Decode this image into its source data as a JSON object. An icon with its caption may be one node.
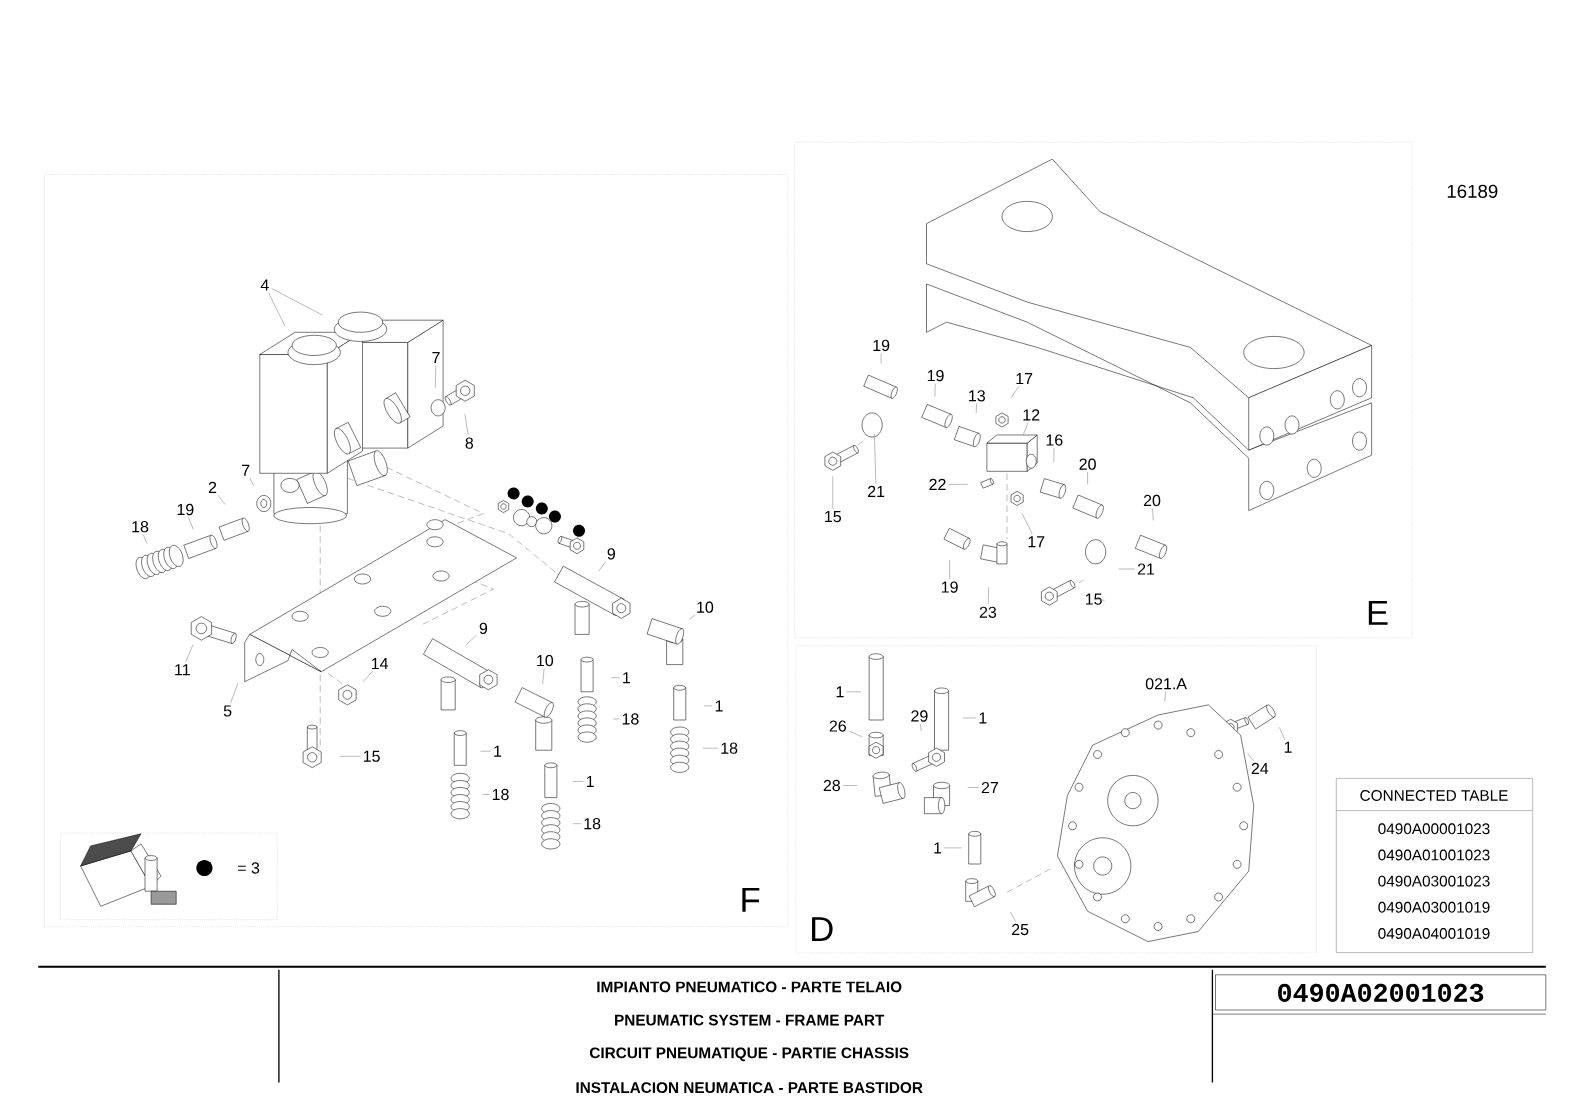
{
  "diagram": {
    "title": "IMPIANTO PNEUMATICO - PARTE TELAIO",
    "nodes": [
      {
        "text": [
          "F"
        ]
      },
      {
        "text": [
          "4"
        ],
        "in": 0
      },
      {
        "text": [
          "7"
        ],
        "in": 0
      },
      {
        "text": [
          "8"
        ],
        "in": 0
      },
      {
        "text": [
          "2"
        ],
        "in": 0
      },
      {
        "text": [
          "7"
        ],
        "in": 0
      },
      {
        "text": [
          "19"
        ],
        "in": 0
      },
      {
        "text": [
          "18"
        ],
        "in": 0
      },
      {
        "text": [
          "9"
        ],
        "in": 0
      },
      {
        "text": [
          "10"
        ],
        "in": 0
      },
      {
        "text": [
          "9"
        ],
        "in": 0
      },
      {
        "text": [
          "11"
        ],
        "in": 0
      },
      {
        "text": [
          "14"
        ],
        "in": 0
      },
      {
        "text": [
          "5"
        ],
        "in": 0
      },
      {
        "text": [
          "10"
        ],
        "in": 0
      },
      {
        "text": [
          "1"
        ],
        "in": 0
      },
      {
        "text": [
          "1"
        ],
        "in": 0
      },
      {
        "text": [
          "18"
        ],
        "in": 0
      },
      {
        "text": [
          "18"
        ],
        "in": 0
      },
      {
        "text": [
          "1"
        ],
        "in": 0
      },
      {
        "text": [
          "15"
        ],
        "in": 0
      },
      {
        "text": [
          "1"
        ],
        "in": 0
      },
      {
        "text": [
          "18"
        ],
        "in": 0
      },
      {
        "text": [
          "18"
        ],
        "in": 0
      },
      {
        "text": [
          "= 3"
        ],
        "in": 0
      },
      {
        "text": [
          "E"
        ]
      },
      {
        "text": [
          "19"
        ],
        "in": 25
      },
      {
        "text": [
          "19"
        ],
        "in": 25
      },
      {
        "text": [
          "13"
        ],
        "in": 25
      },
      {
        "text": [
          "17"
        ],
        "in": 25
      },
      {
        "text": [
          "12"
        ],
        "in": 25
      },
      {
        "text": [
          "16"
        ],
        "in": 25
      },
      {
        "text": [
          "20"
        ],
        "in": 25
      },
      {
        "text": [
          "20"
        ],
        "in": 25
      },
      {
        "text": [
          "21"
        ],
        "in": 25
      },
      {
        "text": [
          "15"
        ],
        "in": 25
      },
      {
        "text": [
          "22"
        ],
        "in": 25
      },
      {
        "text": [
          "17"
        ],
        "in": 25
      },
      {
        "text": [
          "19"
        ],
        "in": 25
      },
      {
        "text": [
          "23"
        ],
        "in": 25
      },
      {
        "text": [
          "21"
        ],
        "in": 25
      },
      {
        "text": [
          "15"
        ],
        "in": 25
      },
      {
        "text": [
          "D"
        ]
      },
      {
        "text": [
          "1"
        ],
        "in": 42
      },
      {
        "text": [
          "29"
        ],
        "in": 42
      },
      {
        "text": [
          "1"
        ],
        "in": 42
      },
      {
        "text": [
          "26"
        ],
        "in": 42
      },
      {
        "text": [
          "28"
        ],
        "in": 42
      },
      {
        "text": [
          "27"
        ],
        "in": 42
      },
      {
        "text": [
          "1"
        ],
        "in": 42
      },
      {
        "text": [
          "25"
        ],
        "in": 42
      },
      {
        "text": [
          "021.A"
        ],
        "in": 42
      },
      {
        "text": [
          "24"
        ],
        "in": 42
      },
      {
        "text": [
          "1"
        ],
        "in": 42
      },
      {
        "text": [],
        "shape": "picture",
        "in": 42
      }
    ],
    "edges": [
      {
        "from": 1,
        "to": null,
        "arrow": "none"
      },
      {
        "from": 1,
        "to": null,
        "arrow": "none"
      },
      {
        "from": 2,
        "to": null,
        "arrow": "none"
      },
      {
        "from": 3,
        "to": null,
        "arrow": "none"
      },
      {
        "from": 4,
        "to": null,
        "arrow": "none"
      },
      {
        "from": 5,
        "to": null,
        "arrow": "none"
      },
      {
        "from": 6,
        "to": null,
        "arrow": "none"
      },
      {
        "from": 7,
        "to": null,
        "arrow": "none"
      },
      {
        "from": 8,
        "to": null,
        "arrow": "none"
      },
      {
        "from": 9,
        "to": null,
        "arrow": "none"
      },
      {
        "from": 10,
        "to": null,
        "arrow": "none"
      },
      {
        "from": 11,
        "to": null,
        "arrow": "none"
      },
      {
        "from": 12,
        "to": null,
        "arrow": "none"
      },
      {
        "from": 13,
        "to": null,
        "arrow": "none"
      },
      {
        "from": 14,
        "to": null,
        "arrow": "none"
      },
      {
        "from": 15,
        "to": null,
        "arrow": "none"
      },
      {
        "from": 16,
        "to": null,
        "arrow": "none"
      },
      {
        "from": 17,
        "to": null,
        "arrow": "none"
      },
      {
        "from": 18,
        "to": null,
        "arrow": "none"
      },
      {
        "from": 19,
        "to": null,
        "arrow": "none"
      },
      {
        "from": 20,
        "to": null,
        "arrow": "none"
      },
      {
        "from": 21,
        "to": null,
        "arrow": "none"
      },
      {
        "from": 22,
        "to": null,
        "arrow": "none"
      },
      {
        "from": 23,
        "to": null,
        "arrow": "none"
      },
      {
        "from": 26,
        "to": null,
        "arrow": "none"
      },
      {
        "from": 27,
        "to": null,
        "arrow": "none"
      },
      {
        "from": 28,
        "to": null,
        "arrow": "none"
      },
      {
        "from": 29,
        "to": null,
        "arrow": "none"
      },
      {
        "from": 30,
        "to": null,
        "arrow": "none"
      },
      {
        "from": 31,
        "to": null,
        "arrow": "none"
      },
      {
        "from": 32,
        "to": null,
        "arrow": "none"
      },
      {
        "from": 33,
        "to": null,
        "arrow": "none"
      },
      {
        "from": 34,
        "to": null,
        "arrow": "none"
      },
      {
        "from": 35,
        "to": null,
        "arrow": "none"
      },
      {
        "from": 36,
        "to": null,
        "arrow": "none"
      },
      {
        "from": 37,
        "to": null,
        "arrow": "none"
      },
      {
        "from": 38,
        "to": null,
        "arrow": "none"
      },
      {
        "from": 39,
        "to": null,
        "arrow": "none"
      },
      {
        "from": 40,
        "to": null,
        "arrow": "none"
      },
      {
        "from": 41,
        "to": null,
        "arrow": "none"
      },
      {
        "from": 43,
        "to": null,
        "arrow": "none"
      },
      {
        "from": 44,
        "to": null,
        "arrow": "none"
      },
      {
        "from": 45,
        "to": null,
        "arrow": "none"
      },
      {
        "from": 46,
        "to": null,
        "arrow": "none"
      },
      {
        "from": 47,
        "to": null,
        "arrow": "none"
      },
      {
        "from": 48,
        "to": null,
        "arrow": "none"
      },
      {
        "from": 49,
        "to": null,
        "arrow": "none"
      },
      {
        "from": 50,
        "to": null,
        "arrow": "none"
      },
      {
        "from": 51,
        "to": 54,
        "arrow": "none"
      },
      {
        "from": 52,
        "to": null,
        "arrow": "none"
      },
      {
        "from": 53,
        "to": null,
        "arrow": "none"
      }
    ],
    "labels": [
      "16189",
      "CONNECTED TABLE",
      "0490A00001023",
      "0490A01001023",
      "0490A03001023",
      "0490A03001019",
      "0490A04001019",
      "PNEUMATIC SYSTEM - FRAME PART",
      "CIRCUIT PNEUMATIQUE - PARTIE CHASSIS",
      "INSTALACION NEUMATICA - PARTE BASTIDOR",
      "0490A02001023"
    ]
  }
}
